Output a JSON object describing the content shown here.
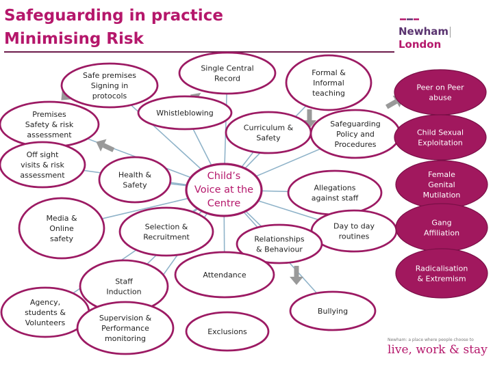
{
  "title": {
    "line1": "Safeguarding in practice",
    "line2": "Minimising Risk"
  },
  "logo": {
    "part1": "Newham",
    "part2": "London"
  },
  "footer": {
    "tagline": "Newham: a place where people choose to",
    "slogan": "live, work & stay"
  },
  "colors": {
    "brand": "#b5176b",
    "outline": "#9c1a63",
    "fill_right": "#a1185e",
    "connector": "#8fb3c9",
    "arrow": "#999999"
  },
  "diagram": {
    "center": {
      "id": "center",
      "lines": [
        "Child’s",
        "Voice at the",
        "Centre"
      ]
    },
    "nodes": [
      {
        "id": "safe-premises",
        "lines": [
          "Safe premises",
          "Signing in",
          "protocols"
        ]
      },
      {
        "id": "single-central-record",
        "lines": [
          "Single Central",
          "Record"
        ]
      },
      {
        "id": "formal-informal-teaching",
        "lines": [
          "Formal &",
          "Informal",
          "teaching"
        ]
      },
      {
        "id": "premises-safety",
        "lines": [
          "Premises",
          "Safety & risk",
          "assessment"
        ]
      },
      {
        "id": "whistleblowing",
        "lines": [
          "Whistleblowing"
        ]
      },
      {
        "id": "curriculum-safety",
        "lines": [
          "Curriculum &",
          "Safety"
        ]
      },
      {
        "id": "safeguarding-policy",
        "lines": [
          "Safeguarding",
          "Policy and",
          "Procedures"
        ]
      },
      {
        "id": "off-sight-visits",
        "lines": [
          "Off sight",
          "visits & risk",
          "assessment"
        ]
      },
      {
        "id": "health-safety",
        "lines": [
          "Health &",
          "Safety"
        ]
      },
      {
        "id": "allegations",
        "lines": [
          "Allegations",
          "against staff"
        ]
      },
      {
        "id": "media-online",
        "lines": [
          "Media &",
          "Online",
          "safety"
        ]
      },
      {
        "id": "selection-recruitment",
        "lines": [
          "Selection &",
          "Recruitment"
        ]
      },
      {
        "id": "day-to-day",
        "lines": [
          "Day to day",
          "routines"
        ]
      },
      {
        "id": "relationships",
        "lines": [
          "Relationships",
          "& Behaviour"
        ]
      },
      {
        "id": "attendance",
        "lines": [
          "Attendance"
        ]
      },
      {
        "id": "staff-induction",
        "lines": [
          "Staff",
          "Induction"
        ]
      },
      {
        "id": "agency-students",
        "lines": [
          "Agency,",
          "students &",
          "Volunteers"
        ]
      },
      {
        "id": "supervision",
        "lines": [
          "Supervision &",
          "Performance",
          "monitoring"
        ]
      },
      {
        "id": "bullying",
        "lines": [
          "Bullying"
        ]
      },
      {
        "id": "exclusions",
        "lines": [
          "Exclusions"
        ]
      }
    ],
    "risk_nodes": [
      {
        "id": "peer-on-peer",
        "lines": [
          "Peer on Peer",
          "abuse"
        ]
      },
      {
        "id": "cse",
        "lines": [
          "Child Sexual",
          "Exploitation"
        ]
      },
      {
        "id": "fgm",
        "lines": [
          "Female",
          "Genital",
          "Mutilation"
        ]
      },
      {
        "id": "gang",
        "lines": [
          "Gang",
          "Affiliation"
        ]
      },
      {
        "id": "radicalisation",
        "lines": [
          "Radicalisation",
          "& Extremism"
        ]
      }
    ]
  }
}
